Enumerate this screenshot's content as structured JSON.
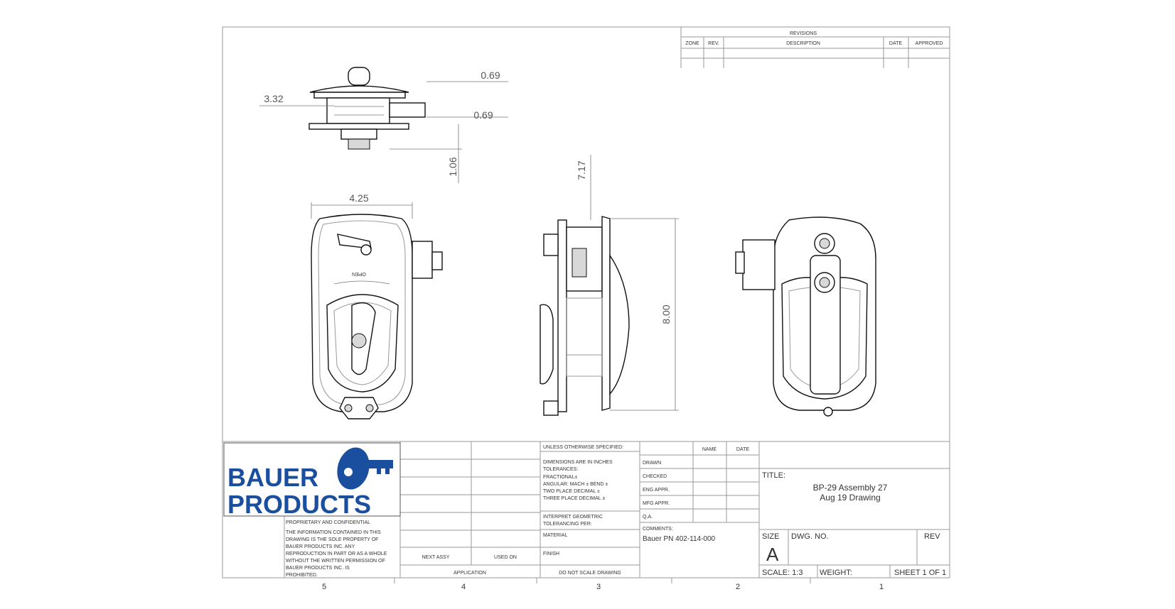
{
  "revisions": {
    "title": "REVISIONS",
    "columns": [
      "ZONE",
      "REV.",
      "DESCRIPTION",
      "DATE",
      "APPROVED"
    ]
  },
  "dimensions": {
    "top_offset_a": "0.69",
    "top_offset_b": "0.69",
    "top_depth": "3.32",
    "top_height": "1.06",
    "front_width": "4.25",
    "side_depth": "7.17",
    "side_height": "8.00"
  },
  "front_view_label": "OPEN",
  "logo": {
    "line1": "BAUER",
    "line2": "PRODUCTS",
    "brand_color": "#1a4fa0"
  },
  "proprietary": {
    "heading": "PROPRIETARY AND CONFIDENTIAL",
    "lines": [
      "THE INFORMATION CONTAINED IN THIS",
      "DRAWING IS THE SOLE PROPERTY OF",
      "BAUER PRODUCTS INC. ANY",
      "REPRODUCTION IN PART OR AS A WHOLE",
      "WITHOUT THE WRITTEN PERMISSION OF",
      "BAUER PRODUCTS INC. IS",
      "PROHIBITED."
    ]
  },
  "usage": {
    "next_assy": "NEXT ASSY",
    "used_on": "USED ON",
    "application": "APPLICATION"
  },
  "spec": {
    "header": "UNLESS OTHERWISE SPECIFIED:",
    "lines": [
      "DIMENSIONS ARE IN INCHES",
      "TOLERANCES:",
      "FRACTIONAL±",
      "ANGULAR: MACH ±    BEND  ±",
      "TWO PLACE DECIMAL     ±",
      "THREE PLACE DECIMAL   ±"
    ],
    "interpret": [
      "INTERPRET GEOMETRIC",
      "TOLERANCING PER:"
    ],
    "material": "MATERIAL",
    "finish": "FINISH",
    "do_not_scale": "DO NOT SCALE DRAWING"
  },
  "approvals": {
    "name_header": "NAME",
    "date_header": "DATE",
    "rows": [
      "DRAWN",
      "CHECKED",
      "ENG APPR.",
      "MFG APPR.",
      "Q.A."
    ],
    "comments_label": "COMMENTS:",
    "comments_value": "Bauer PN 402-114-000"
  },
  "title_block": {
    "title_label": "TITLE:",
    "title_line1": "BP-29 Assembly 27",
    "title_line2": "Aug 19 Drawing",
    "size_label": "SIZE",
    "size_value": "A",
    "dwg_no_label": "DWG.  NO.",
    "rev_label": "REV",
    "scale": "SCALE: 1:3",
    "weight": "WEIGHT:",
    "sheet": "SHEET 1 OF 1"
  },
  "zones": [
    "5",
    "4",
    "3",
    "2",
    "1"
  ]
}
